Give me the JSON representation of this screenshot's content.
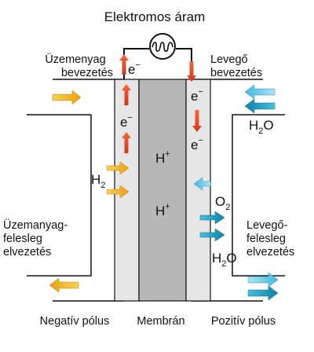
{
  "title": "Elektromos áram",
  "labels": {
    "fuel_inlet_line1": "Üzemenyag",
    "fuel_inlet_line2": "bevezetés",
    "air_inlet_line1": "Levegő",
    "air_inlet_line2": "bevezetés",
    "fuel_excess_line1": "Üzemanyag-",
    "fuel_excess_line2": "felesleg",
    "fuel_excess_line3": "elvezetés",
    "air_excess_line1": "Levegő-",
    "air_excess_line2": "felesleg",
    "air_excess_line3": "elvezetés",
    "negative_pole": "Negatív pólus",
    "membrane": "Membrán",
    "positive_pole": "Pozitív pólus"
  },
  "species": {
    "electron": "e",
    "electron_charge": "−",
    "proton": "H",
    "proton_charge": "+",
    "hydrogen": "H",
    "hydrogen_sub": "2",
    "oxygen": "O",
    "oxygen_sub": "2",
    "water": "H",
    "water_sub": "2",
    "water_tail": "O"
  },
  "colors": {
    "electron_arrow": "#e8401c",
    "hydrogen_arrow": "#f2b51d",
    "oxygen_arrow": "#1aa0c2",
    "air_arrow": "#5ec8e6",
    "electrode_fill": "#e6e6e6",
    "membrane_fill": "#b7b7b7",
    "line": "#111111"
  },
  "icons": {
    "load": "resistor-coil-icon"
  }
}
